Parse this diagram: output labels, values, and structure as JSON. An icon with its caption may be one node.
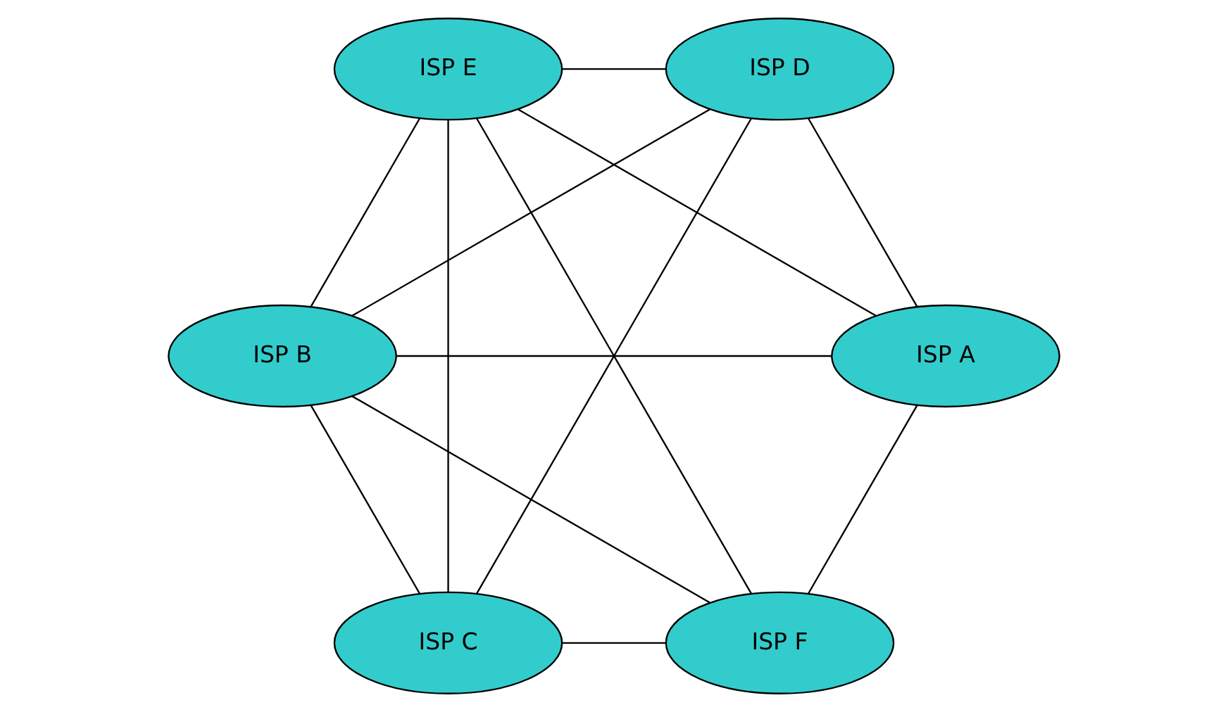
{
  "diagram": {
    "nodes": [
      {
        "text": [
          "ISP A"
        ]
      },
      {
        "text": [
          "ISP B"
        ]
      },
      {
        "text": [
          "ISP C"
        ]
      },
      {
        "text": [
          "ISP D"
        ]
      },
      {
        "text": [
          "ISP E"
        ]
      },
      {
        "text": [
          "ISP F"
        ]
      }
    ],
    "edges": [
      {
        "from": 0,
        "to": 1,
        "arrow": "none"
      },
      {
        "from": 0,
        "to": 5,
        "arrow": "none"
      },
      {
        "from": 0,
        "to": 4,
        "arrow": "none"
      },
      {
        "from": 0,
        "to": 3,
        "arrow": "none"
      },
      {
        "from": 1,
        "to": 2,
        "arrow": "none"
      },
      {
        "from": 1,
        "to": 5,
        "arrow": "none"
      },
      {
        "from": 1,
        "to": 4,
        "arrow": "none"
      },
      {
        "from": 1,
        "to": 3,
        "arrow": "none"
      },
      {
        "from": 2,
        "to": 5,
        "arrow": "none"
      },
      {
        "from": 2,
        "to": 4,
        "arrow": "none"
      },
      {
        "from": 2,
        "to": 3,
        "arrow": "none"
      },
      {
        "from": 5,
        "to": 4,
        "arrow": "none"
      },
      {
        "from": 4,
        "to": 3,
        "arrow": "none"
      }
    ]
  }
}
